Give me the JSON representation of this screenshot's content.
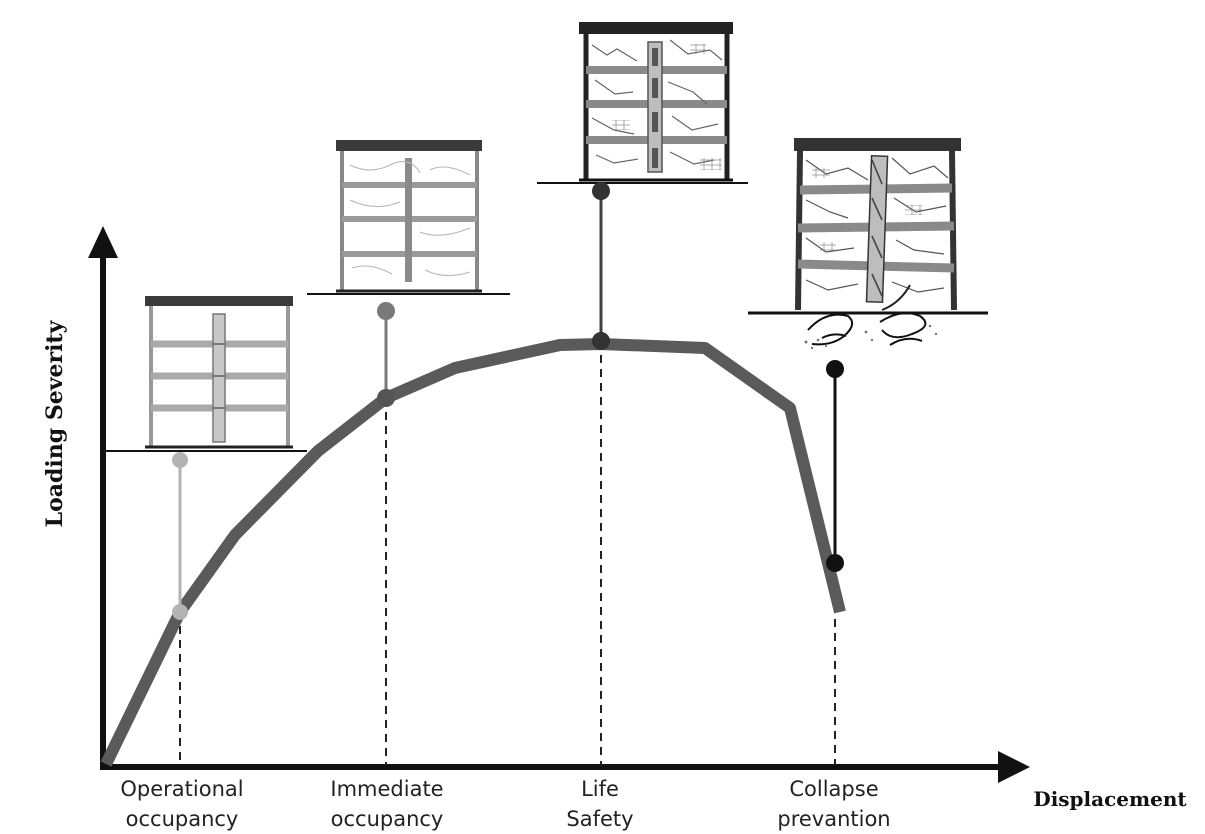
{
  "axes": {
    "y_label": "Loading Severity",
    "x_label": "Displacement"
  },
  "performance_levels": [
    {
      "line1": "Operational",
      "line2": "occupancy",
      "tone": "#b3b3b3"
    },
    {
      "line1": "Immediate",
      "line2": "occupancy",
      "tone": "#7a7a7a"
    },
    {
      "line1": "Life",
      "line2": "Safety",
      "tone": "#404040"
    },
    {
      "line1": "Collapse",
      "line2": "prevantion",
      "tone": "#111111"
    }
  ],
  "colors": {
    "curve": "#5a5a5a",
    "axis": "#111111",
    "dashed": "#222222",
    "building_roof": "#3a3a3a"
  },
  "icons": [
    "building-intact-icon",
    "building-minor-damage-icon",
    "building-moderate-damage-icon",
    "building-collapse-icon"
  ]
}
